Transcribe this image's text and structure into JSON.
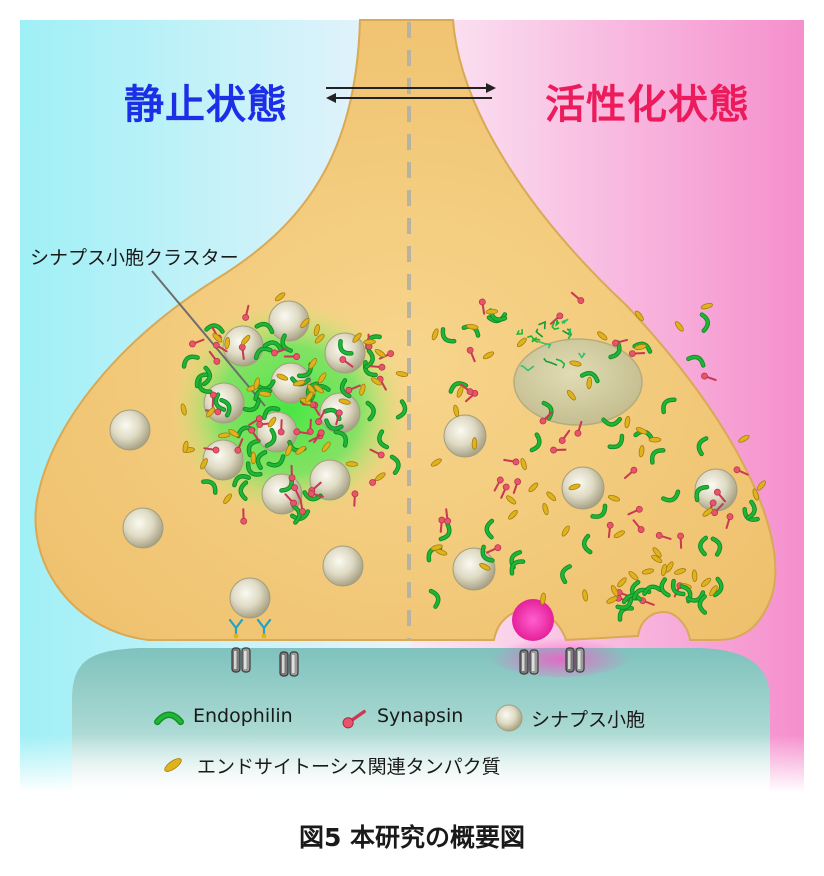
{
  "states": {
    "resting": "静止状態",
    "activated": "活性化状態"
  },
  "callout": "シナプス小胞クラスター",
  "legend": {
    "endophilin": "Endophilin",
    "synapsin": "Synapsin",
    "vesicle": "シナプス小胞",
    "endocytic": "エンドサイトーシス関連タンパク質"
  },
  "caption": "図5 本研究の概要図",
  "colors": {
    "resting_title": "#1d2fe6",
    "activated_title": "#ec1c5c",
    "terminal": "#f2cc78",
    "endophilin": "#1fb535",
    "synapsin": "#e8556b",
    "endocytic": "#e0b21c",
    "vesicle": "#d9d5be",
    "postsynapse": "#8ec9c3",
    "fusion": "#e8209a",
    "cluster_glow": "#5ee85a"
  }
}
